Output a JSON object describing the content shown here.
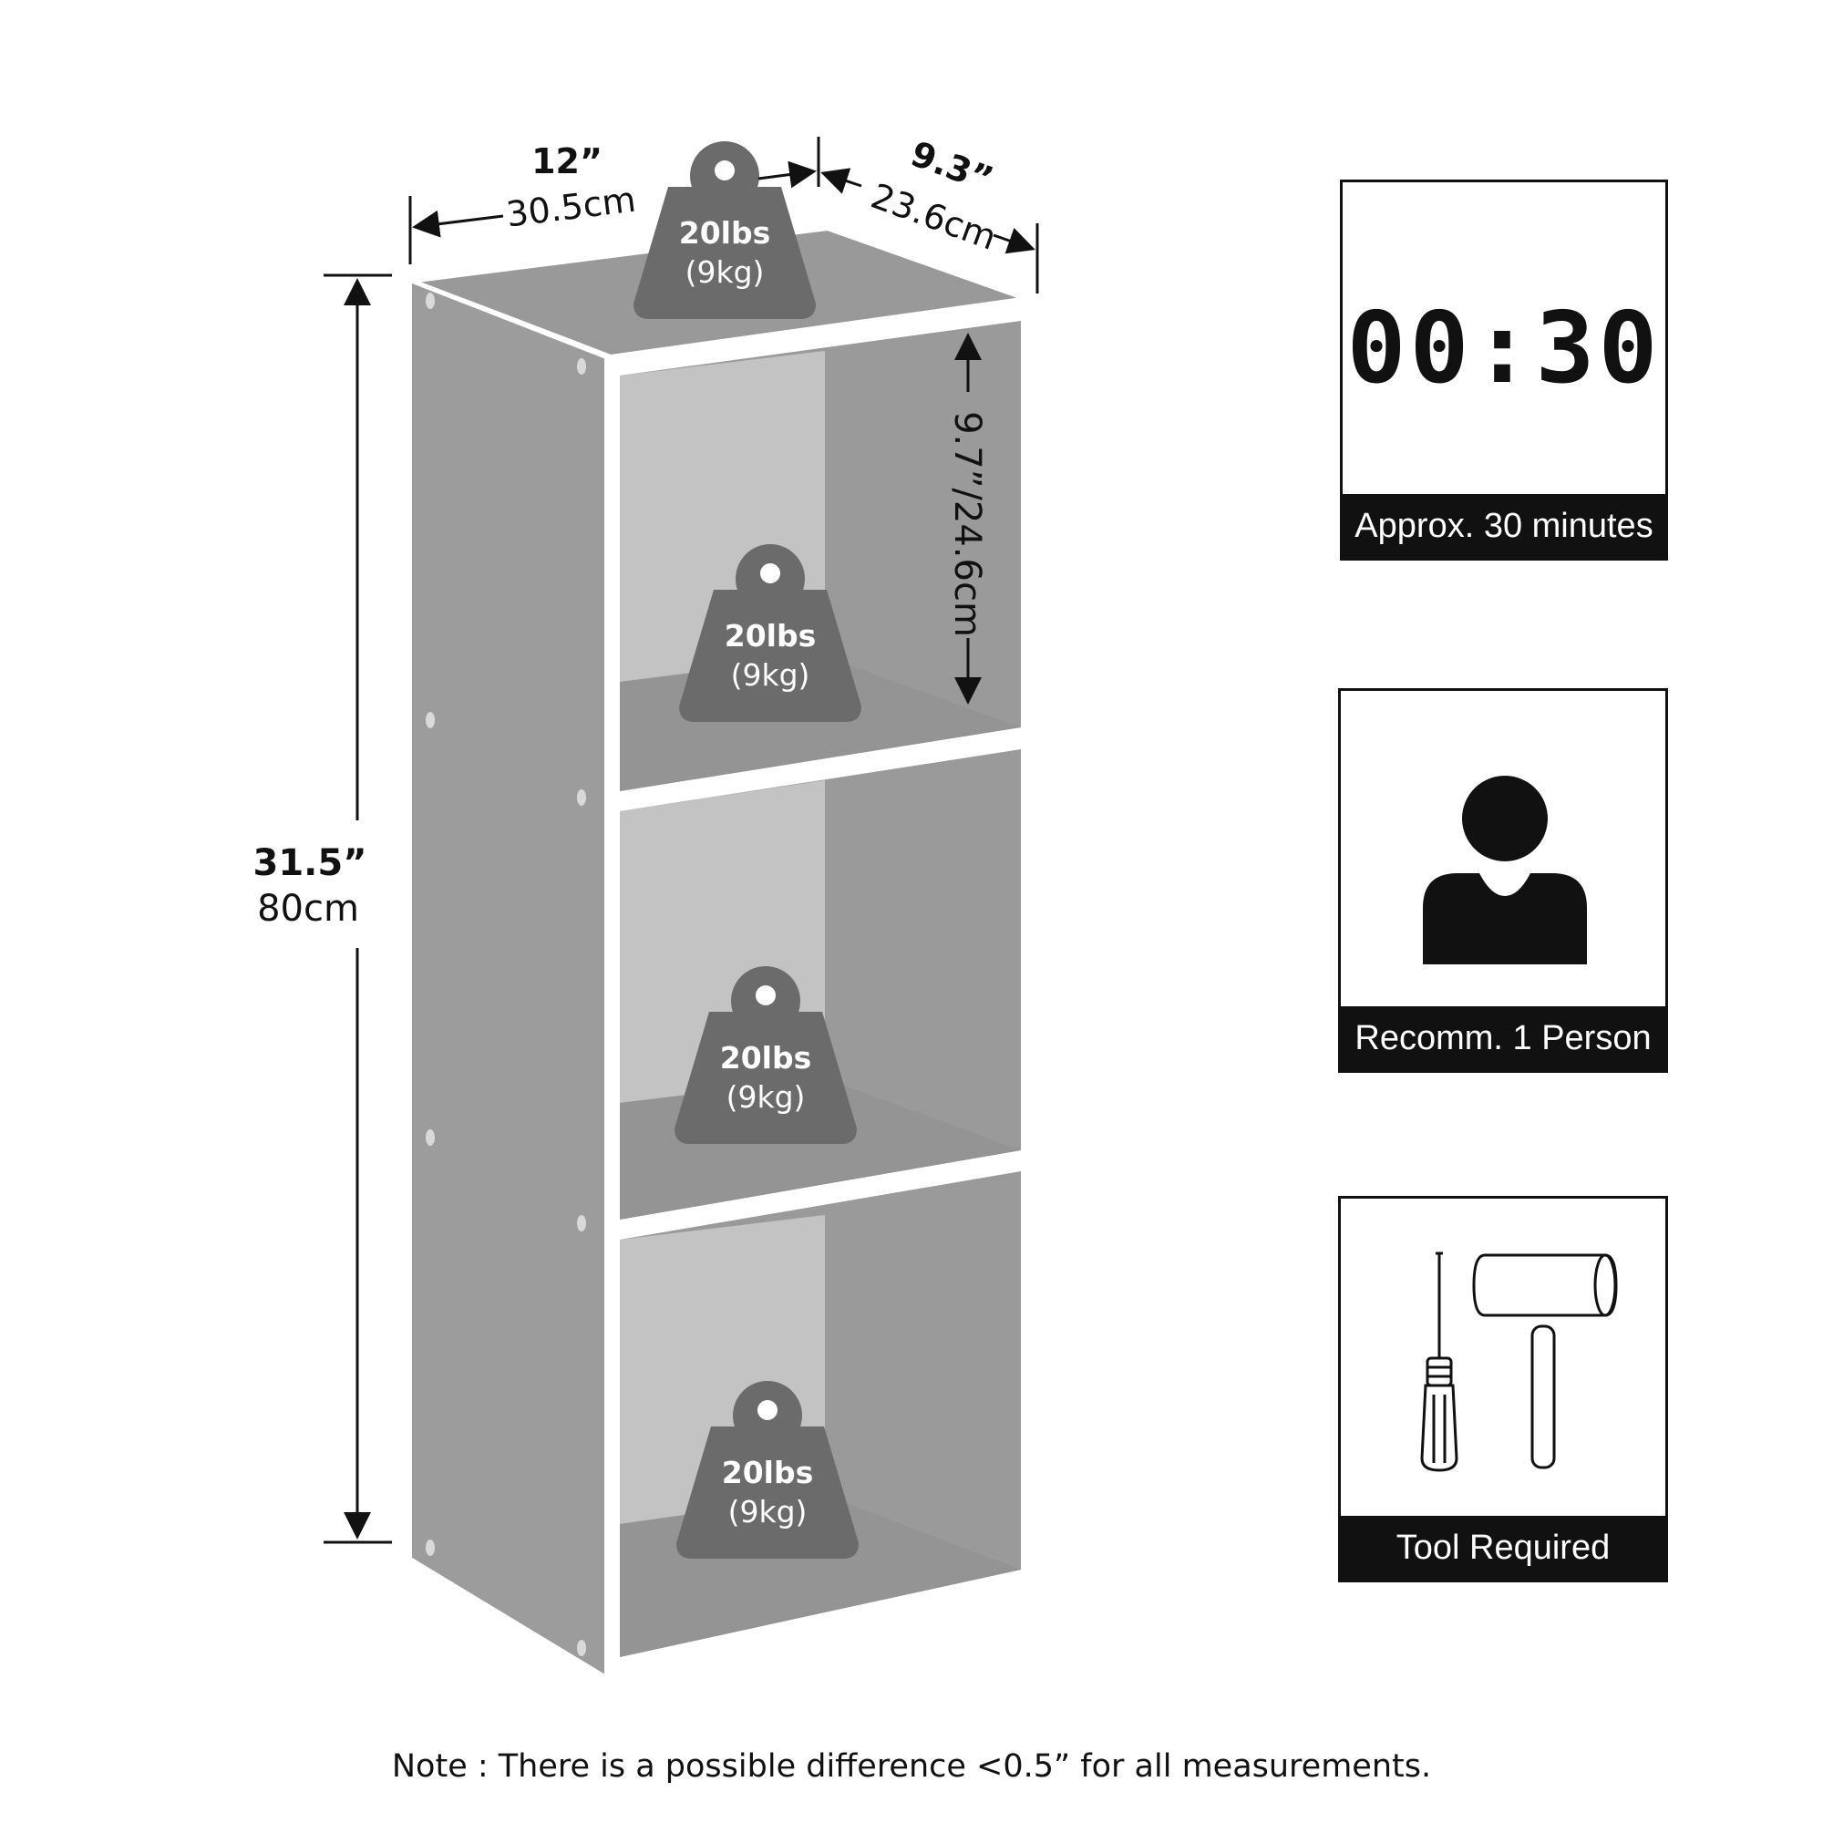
{
  "dimensions": {
    "width_in": "12”",
    "width_cm": "30.5cm",
    "depth_in": "9.3”",
    "depth_cm": "23.6cm",
    "height_in": "31.5”",
    "height_cm": "80cm",
    "shelf_height": "9.7”/24.6cm"
  },
  "weights": [
    {
      "lbs": "20lbs",
      "kg": "(9kg)"
    },
    {
      "lbs": "20lbs",
      "kg": "(9kg)"
    },
    {
      "lbs": "20lbs",
      "kg": "(9kg)"
    },
    {
      "lbs": "20lbs",
      "kg": "(9kg)"
    }
  ],
  "info_cards": {
    "timer": {
      "digits": "00:30",
      "caption": "Approx. 30 minutes",
      "icon": "stopwatch-display-icon"
    },
    "person": {
      "caption": "Recomm. 1 Person",
      "icon": "person-icon"
    },
    "tools": {
      "caption": "Tool Required",
      "icons": [
        "screwdriver-icon",
        "mallet-icon"
      ]
    }
  },
  "note": "Note : There is a possible difference <0.5” for all measurements.",
  "colors": {
    "shelf_side": "#9c9c9c",
    "shelf_front": "#999999",
    "shelf_inner_light": "#c3c3c3",
    "weight": "#6b6b6b",
    "caption_bg": "#111111"
  }
}
